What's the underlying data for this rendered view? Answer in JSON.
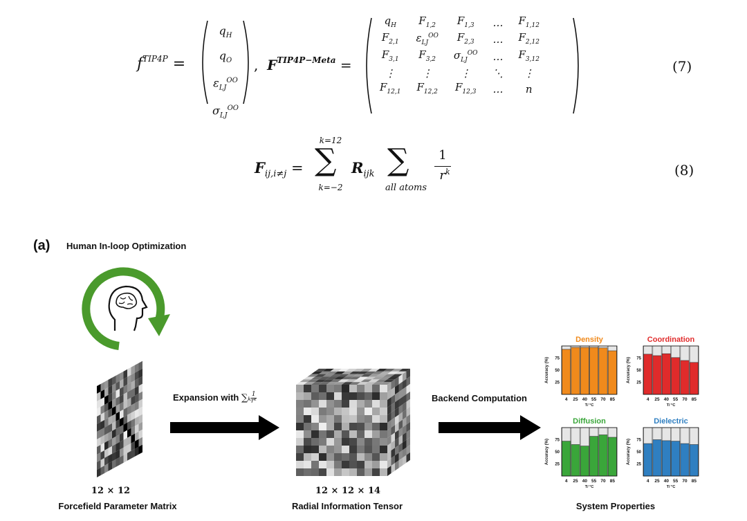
{
  "equation7": {
    "lhs": "f",
    "lhs_sup": "TIP4P",
    "vector": [
      "q_H",
      "q_O",
      "ε_LJ^OO",
      "σ_LJ^OO"
    ],
    "rhs": "F",
    "rhs_sup": "TIP4P−Meta",
    "matrix": [
      [
        "q_H",
        "F_1,2",
        "F_1,3",
        "…",
        "F_1,12"
      ],
      [
        "F_2,1",
        "ε_LJ^OO",
        "F_2,3",
        "…",
        "F_2,12"
      ],
      [
        "F_3,1",
        "F_3,2",
        "σ_LJ^OO",
        "…",
        "F_3,12"
      ],
      [
        "⋮",
        "⋮",
        "⋮",
        "⋱",
        "⋮"
      ],
      [
        "F_12,1",
        "F_12,2",
        "F_12,3",
        "…",
        "n"
      ]
    ],
    "number": "(7)"
  },
  "equation8": {
    "lhs": "F",
    "lhs_sub": "ij,i≠j",
    "sum_upper": "k=12",
    "sum_lower": "k=−2",
    "term": "R",
    "term_sub": "ijk",
    "sum2_lower": "all atoms",
    "frac_num": "1",
    "frac_den": "r",
    "frac_den_sup": "k",
    "number": "(8)"
  },
  "figure": {
    "panel_label": "(a)",
    "loop_title": "Human In-loop Optimization",
    "arrow1_label": "Expansion with",
    "arrow1_math": "∑ₖ",
    "arrow1_frac_num": "1",
    "arrow1_frac_den": "rᵏ",
    "arrow2_label": "Backend Computation",
    "matrix_dim": "12 × 12",
    "matrix_caption": "Forcefield Parameter Matrix",
    "tensor_dim": "12 × 12 × 14",
    "tensor_caption": "Radial Information Tensor",
    "properties_caption": "System Properties",
    "colors": {
      "loop": "#4a9a2c",
      "density": "#f08a1c",
      "coordination": "#e02b2b",
      "diffusion": "#3aa63a",
      "dielectric": "#2f7fc1"
    }
  },
  "chart_data": [
    {
      "type": "bar",
      "title": "Density",
      "color": "#f08a1c",
      "categories": [
        "4",
        "25",
        "40",
        "55",
        "70",
        "85"
      ],
      "values": [
        93,
        97,
        97,
        97,
        96,
        90
      ],
      "ylabel": "Accuracy (%)",
      "xlabel": "T/ °C",
      "ylim": [
        0,
        100
      ],
      "yticks": [
        "25",
        "50",
        "75"
      ]
    },
    {
      "type": "bar",
      "title": "Coordination",
      "color": "#e02b2b",
      "categories": [
        "4",
        "25",
        "40",
        "55",
        "70",
        "85"
      ],
      "values": [
        83,
        80,
        84,
        76,
        70,
        66
      ],
      "ylabel": "Accuracy (%)",
      "xlabel": "T/ °C",
      "ylim": [
        0,
        100
      ],
      "yticks": [
        "25",
        "50",
        "75"
      ]
    },
    {
      "type": "bar",
      "title": "Diffusion",
      "color": "#3aa63a",
      "categories": [
        "4",
        "25",
        "40",
        "55",
        "70",
        "85"
      ],
      "values": [
        72,
        65,
        62,
        82,
        85,
        80
      ],
      "ylabel": "Accuracy (%)",
      "xlabel": "T/ °C",
      "ylim": [
        0,
        100
      ],
      "yticks": [
        "25",
        "50",
        "75"
      ]
    },
    {
      "type": "bar",
      "title": "Dielectric",
      "color": "#2f7fc1",
      "categories": [
        "4",
        "25",
        "40",
        "55",
        "70",
        "85"
      ],
      "values": [
        67,
        75,
        73,
        72,
        67,
        65
      ],
      "ylabel": "Accuracy (%)",
      "xlabel": "T/ °C",
      "ylim": [
        0,
        100
      ],
      "yticks": [
        "25",
        "50",
        "75"
      ]
    }
  ]
}
